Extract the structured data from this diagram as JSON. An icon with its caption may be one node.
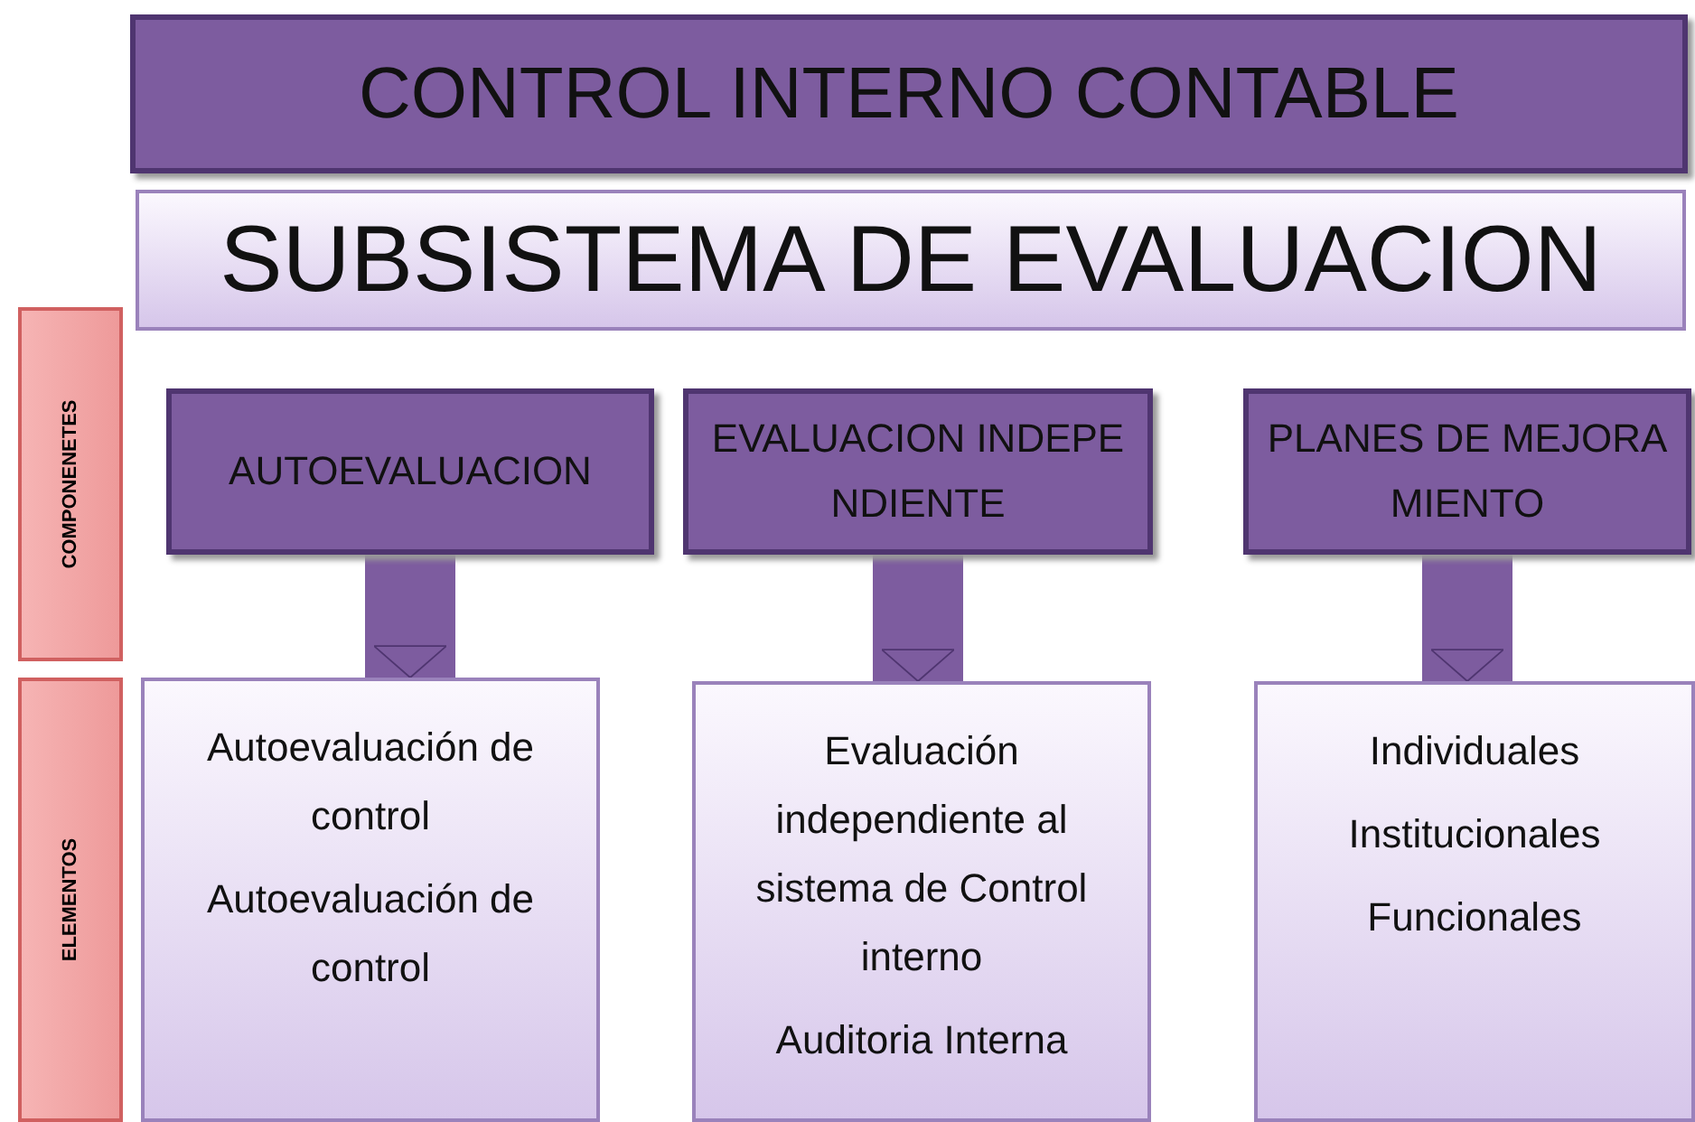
{
  "diagram": {
    "nodes": [
      {
        "text": [
          "CONTROL INTERNO CONTABLE"
        ]
      },
      {
        "text": [
          "SUBSISTEMA DE EVALUACION"
        ]
      },
      {
        "text": [
          "COMPONENETES"
        ]
      },
      {
        "text": [
          "AUTOEVALUACION"
        ]
      },
      {
        "text": [
          "EVALUACION INDEPENDIENTE"
        ]
      },
      {
        "text": [
          "PLANES DE MEJORAMIENTO"
        ]
      },
      {
        "text": [
          "ELEMENTOS"
        ]
      },
      {
        "text": [
          "Autoevaluación de control",
          "Autoevaluación de control"
        ]
      },
      {
        "text": [
          "Evaluación independiente al sistema de Control interno",
          "Auditoria Interna"
        ]
      },
      {
        "text": [
          "Individuales",
          "Institucionales",
          "Funcionales"
        ]
      }
    ],
    "edges": [
      {
        "from": 3,
        "to": 7,
        "arrow": "to"
      },
      {
        "from": 4,
        "to": 8,
        "arrow": "to"
      },
      {
        "from": 5,
        "to": 9,
        "arrow": "to"
      }
    ]
  }
}
